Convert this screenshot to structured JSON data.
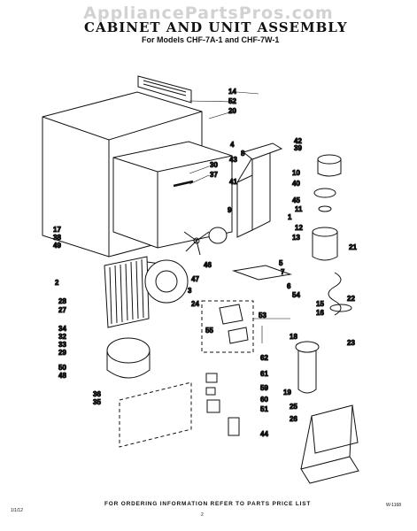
{
  "watermark": "AppliancePartsPros.com",
  "title": "CABINET AND UNIT ASSEMBLY",
  "subtitle": "For Models CHF-7A-1 and CHF-7W-1",
  "footer": "FOR ORDERING INFORMATION REFER TO PARTS PRICE LIST",
  "drawing_code": "W-1168",
  "page_code_left": "1/1/12",
  "page_number": "2",
  "callouts": [
    "14",
    "52",
    "20",
    "30",
    "37",
    "42",
    "39",
    "4",
    "8",
    "43",
    "10",
    "41",
    "40",
    "45",
    "11",
    "1",
    "12",
    "13",
    "21",
    "17",
    "38",
    "49",
    "9",
    "46",
    "47",
    "5",
    "7",
    "6",
    "54",
    "22",
    "15",
    "16",
    "18",
    "23",
    "2",
    "3",
    "28",
    "27",
    "24",
    "55",
    "34",
    "32",
    "33",
    "29",
    "50",
    "48",
    "36",
    "35",
    "53",
    "62",
    "61",
    "59",
    "60",
    "51",
    "44",
    "19",
    "25",
    "26"
  ]
}
